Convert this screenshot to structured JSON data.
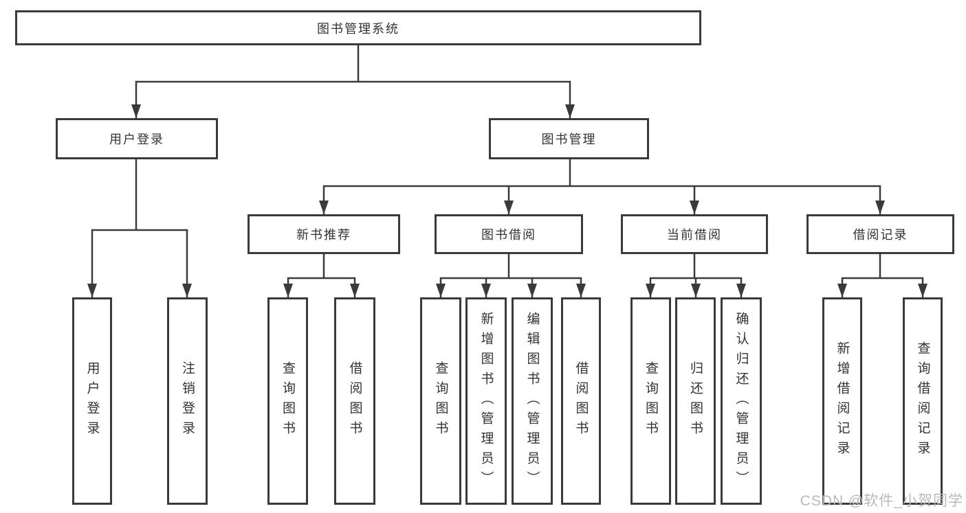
{
  "diagram": {
    "root": {
      "label": "图书管理系统"
    },
    "branches": [
      {
        "label": "用户登录",
        "children": [
          "用户登录",
          "注销登录"
        ]
      },
      {
        "label": "图书管理",
        "sub": [
          {
            "label": "新书推荐",
            "children": [
              "查询图书",
              "借阅图书"
            ]
          },
          {
            "label": "图书借阅",
            "children": [
              "查询图书",
              "新增图书（管理员）",
              "编辑图书（管理员）",
              "借阅图书"
            ]
          },
          {
            "label": "当前借阅",
            "children": [
              "查询图书",
              "归还图书",
              "确认归还（管理员）"
            ]
          },
          {
            "label": "借阅记录",
            "children": [
              "新增借阅记录",
              "查询借阅记录"
            ]
          }
        ]
      }
    ]
  },
  "colors": {
    "line": "#3a3a3a",
    "box_background": "#ffffff",
    "text": "#333333",
    "watermark": "#b6babd"
  },
  "watermark": {
    "text": "CSDN @软件_小贺同学"
  }
}
